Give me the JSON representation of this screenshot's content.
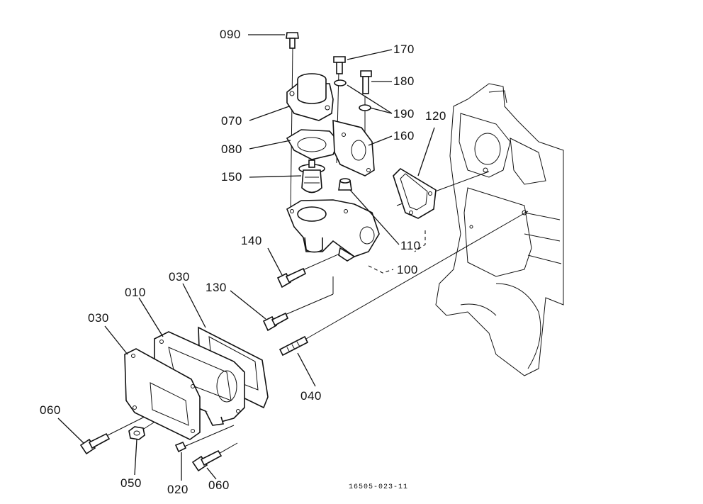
{
  "diagram": {
    "callouts": {
      "c090": "090",
      "c170": "170",
      "c180": "180",
      "c190": "190",
      "c120": "120",
      "c160": "160",
      "c070": "070",
      "c080": "080",
      "c150": "150",
      "c110": "110",
      "c100": "100",
      "c140": "140",
      "c130": "130",
      "c030a": "030",
      "c010": "010",
      "c030b": "030",
      "c040": "040",
      "c060a": "060",
      "c050": "050",
      "c020": "020",
      "c060b": "060"
    },
    "figure_id": "16505-023-11"
  }
}
